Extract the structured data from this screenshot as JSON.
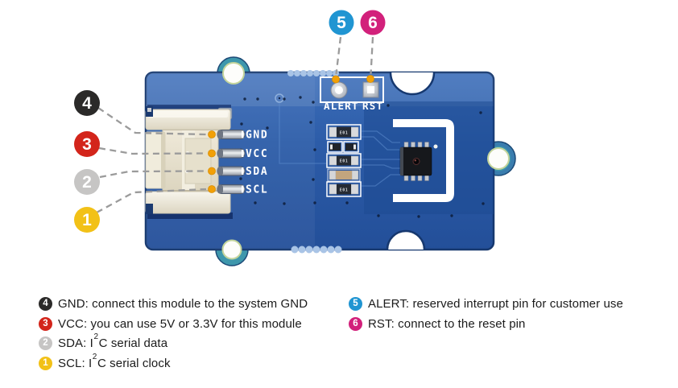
{
  "figure": {
    "board": {
      "board_color": "#2c5ca8",
      "board_edge_color": "#16386f",
      "silk_color": "#ffffff",
      "pin_labels": [
        "GND",
        "VCC",
        "SDA",
        "SCL"
      ],
      "pad_labels": {
        "alert": "ALERT",
        "rst": "RST"
      },
      "smd_marking": "E01"
    },
    "callouts": {
      "c1": {
        "num": "1",
        "color": "#f2c117"
      },
      "c2": {
        "num": "2",
        "color": "#c6c5c4"
      },
      "c3": {
        "num": "3",
        "color": "#d3251b"
      },
      "c4": {
        "num": "4",
        "color": "#2b2a29"
      },
      "c5": {
        "num": "5",
        "color": "#2095d2"
      },
      "c6": {
        "num": "6",
        "color": "#d2217b"
      }
    },
    "dot_color": "#f2a007",
    "leader_color": "#9b9b9b"
  },
  "legend": {
    "left": [
      {
        "num": "4",
        "color": "#2b2a29",
        "pre": "GND: connect this module to the system GND",
        "sup": "",
        "post": ""
      },
      {
        "num": "3",
        "color": "#d3251b",
        "pre": "VCC: you can use 5V or 3.3V for this module",
        "sup": "",
        "post": ""
      },
      {
        "num": "2",
        "color": "#c6c5c4",
        "pre": "SDA: I",
        "sup": "2",
        "post": "C serial data"
      },
      {
        "num": "1",
        "color": "#f2c117",
        "pre": "SCL: I",
        "sup": "2",
        "post": "C serial clock"
      }
    ],
    "right": [
      {
        "num": "5",
        "color": "#2095d2",
        "pre": "ALERT: reserved interrupt pin for customer use",
        "sup": "",
        "post": ""
      },
      {
        "num": "6",
        "color": "#d2217b",
        "pre": "RST: connect to the reset pin",
        "sup": "",
        "post": ""
      }
    ]
  }
}
